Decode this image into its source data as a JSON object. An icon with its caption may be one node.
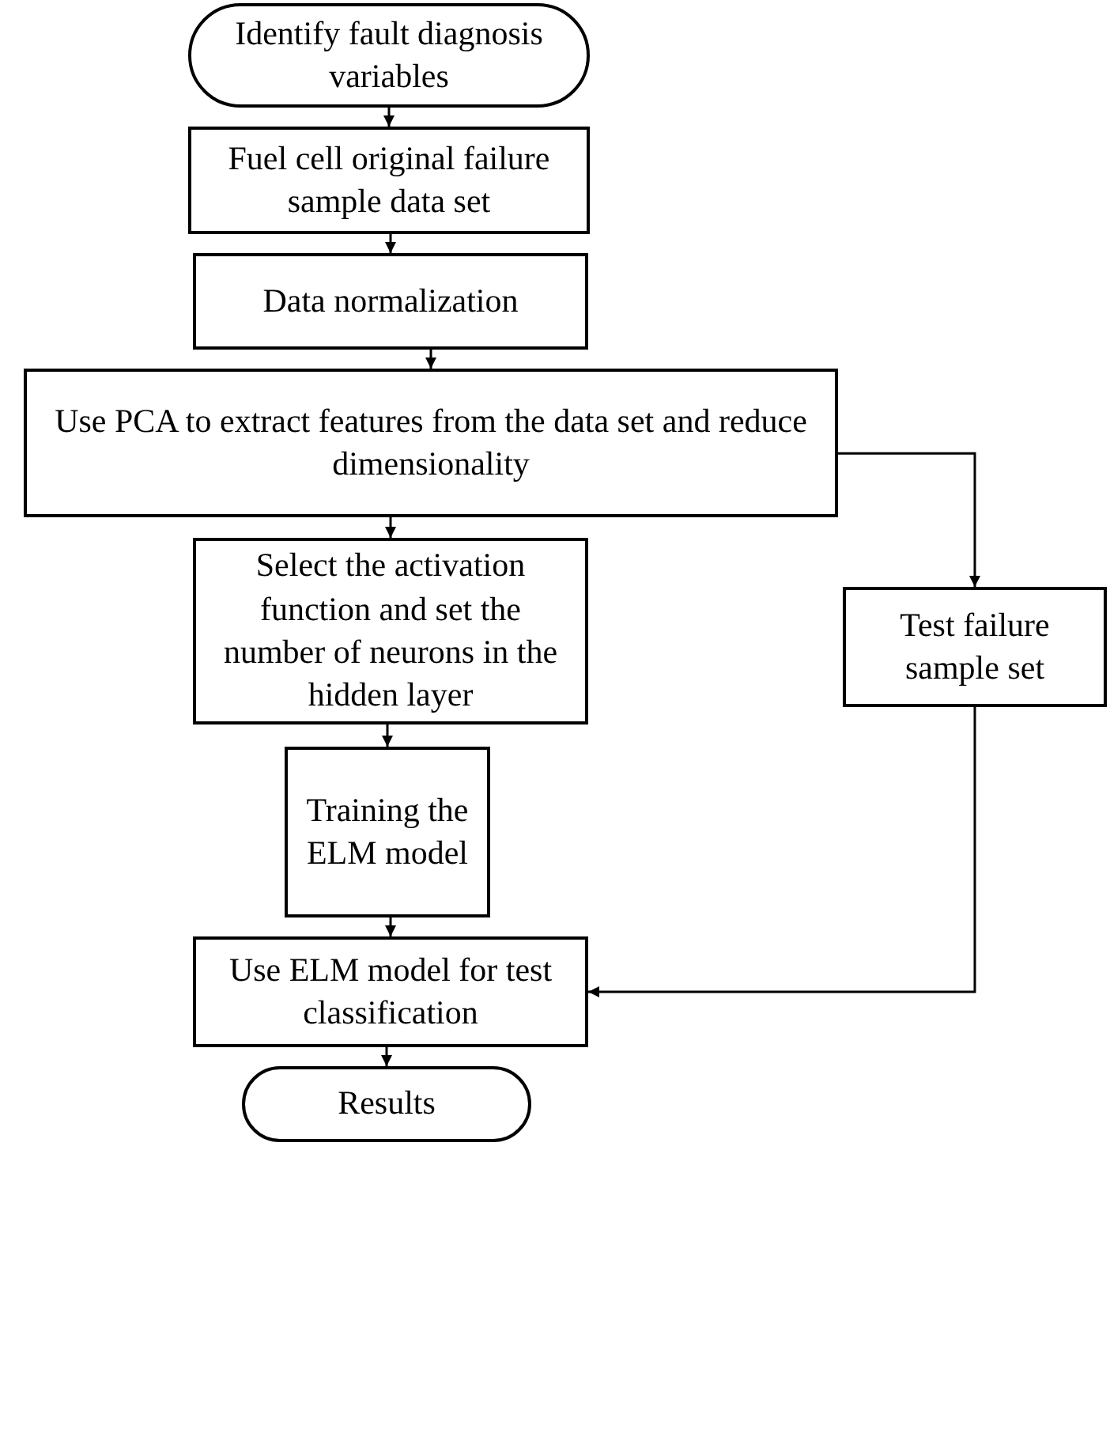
{
  "diagram": {
    "nodes": [
      {
        "text": [
          "Identify fault diagnosis variables"
        ]
      },
      {
        "text": [
          "Fuel cell original failure sample data set"
        ]
      },
      {
        "text": [
          "Data normalization"
        ]
      },
      {
        "text": [
          "Use PCA to extract features from the data set and reduce dimensionality"
        ]
      },
      {
        "text": [
          "Select the activation function and set the number of neurons in the hidden layer"
        ]
      },
      {
        "text": [
          "Test failure sample set"
        ]
      },
      {
        "text": [
          "Training the ELM model"
        ]
      },
      {
        "text": [
          "Use ELM model for test classification"
        ]
      },
      {
        "text": [
          "Results"
        ]
      }
    ],
    "edges": [
      {
        "from": 0,
        "to": 1,
        "arrow": "to"
      },
      {
        "from": 1,
        "to": 2,
        "arrow": "to"
      },
      {
        "from": 2,
        "to": 3,
        "arrow": "to"
      },
      {
        "from": 3,
        "to": 4,
        "arrow": "to"
      },
      {
        "from": 3,
        "to": 5,
        "arrow": "to"
      },
      {
        "from": 4,
        "to": 6,
        "arrow": "to"
      },
      {
        "from": 6,
        "to": 7,
        "arrow": "to"
      },
      {
        "from": 5,
        "to": 7,
        "arrow": "to"
      },
      {
        "from": 7,
        "to": 8,
        "arrow": "to"
      }
    ]
  }
}
